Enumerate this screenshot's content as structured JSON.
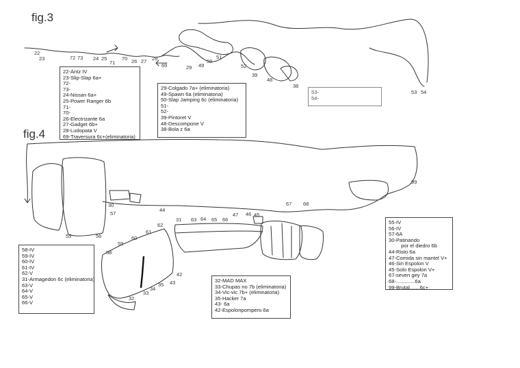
{
  "fig3": {
    "title": "fig.3",
    "legend_a": [
      "22-Antz IV",
      "23-Slip-Slap 6a+",
      "72-",
      "73-",
      "24-Nissan 6a+",
      "25-Power Ranger 6b",
      "71-",
      "70-",
      "26-Electrizante 6a",
      "27-Gadget 6b+",
      "28-Ludopata V",
      "69-Traversura 6c+(eliminatoria)"
    ],
    "legend_b": [
      "29-Colgado 7a+ (eliminatoria)",
      "49-Spawn 6a (eliminatoria)",
      "50-Slap Jamping 6c (eliminatoria)",
      "51-",
      "52-",
      "39-Pintoret V",
      "48-Descompone V",
      "38-Bola z 6a"
    ],
    "legend_c": [
      "53-",
      "54-"
    ],
    "labels": [
      "22",
      "23",
      "72",
      "73",
      "24",
      "25",
      "71",
      "70",
      "26",
      "27",
      "28",
      "69",
      "29",
      "49",
      "50",
      "51",
      "52",
      "39",
      "48",
      "38",
      "53",
      "54"
    ]
  },
  "fig4": {
    "title": "fig.4",
    "legend_left": [
      "58-IV",
      "59-IV",
      "60-IV",
      "61-IV",
      "62-V",
      "31-Armagedon 6c (eliminatoria)",
      "63-V",
      "64-V",
      "65-V",
      "66-V"
    ],
    "legend_mid": [
      "32-MAD MAX",
      "33-Chupas no 7b (eliminatoria)",
      "34-Vic-vic 7b+ (eliminatoria)",
      "35-Hacker 7a",
      "43- 6a",
      "42-Espolonpompero 6a"
    ],
    "legend_right": [
      "55-IV",
      "56-IV",
      "57-6A",
      "30-Patinando",
      "por el diedro 6b",
      "44-Risto 6a",
      "47-Comida sin mantel V+",
      "46-Sin Espolon V",
      "45-Solo Espolon V+",
      "67-seven gey 7a",
      "68-.............6a",
      "99-Brutal.......6c+"
    ],
    "labels": [
      "99",
      "30",
      "57",
      "44",
      "67",
      "68",
      "47",
      "46",
      "45",
      "55",
      "56",
      "31",
      "63",
      "64",
      "65",
      "66",
      "62",
      "61",
      "60",
      "59",
      "58",
      "42",
      "43",
      "35",
      "34",
      "33",
      "32"
    ]
  }
}
